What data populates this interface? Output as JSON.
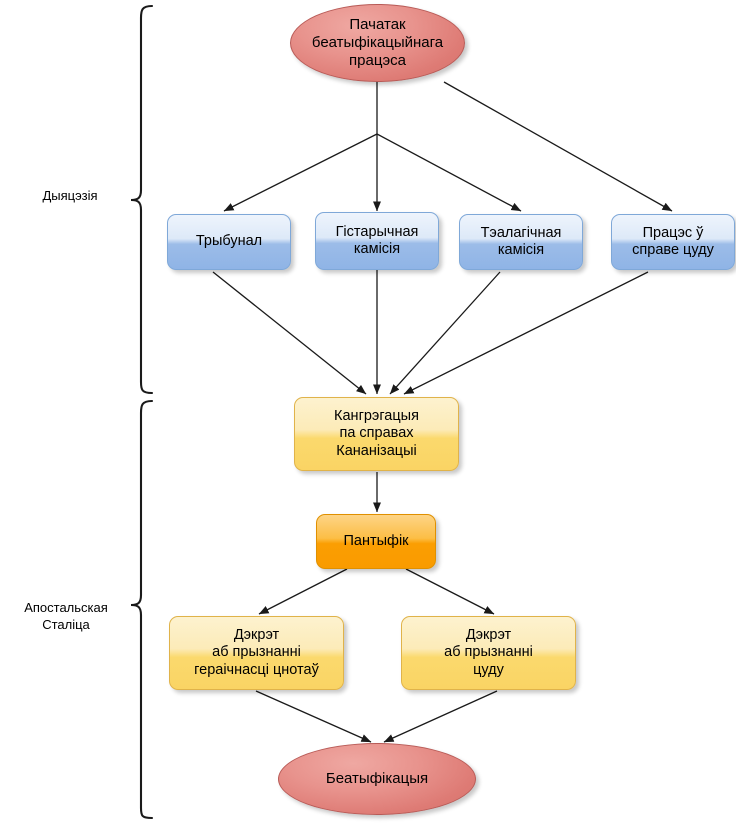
{
  "diagram": {
    "title": "Beatification process flowchart",
    "type": "flowchart",
    "language": "be",
    "colors": {
      "terminator": "#de7b75",
      "stage_blue": "#9cbce8",
      "stage_yellow": "#fbd96d",
      "stage_orange": "#fb9e02",
      "line": "#1a1a1a"
    },
    "groups": [
      {
        "id": "group-diocese",
        "label": "Дыяцэзія"
      },
      {
        "id": "group-holy-see",
        "label": "Апостальская\nСталіца"
      }
    ],
    "nodes": [
      {
        "id": "start",
        "shape": "oval",
        "label": "Пачатак\nбеатыфікацыйнага\nпрацэса"
      },
      {
        "id": "tribunal",
        "shape": "box-blue",
        "label": "Трыбунал"
      },
      {
        "id": "hist-comm",
        "shape": "box-blue",
        "label": "Гістарычная\nкамісія"
      },
      {
        "id": "theo-comm",
        "shape": "box-blue",
        "label": "Тэалагічная\nкамісія"
      },
      {
        "id": "miracle-proc",
        "shape": "box-blue",
        "label": "Працэс ў\nсправе цуду"
      },
      {
        "id": "congregation",
        "shape": "box-yellow",
        "label": "Кангрэгацыя\nпа справах\nКананізацыі"
      },
      {
        "id": "pontiff",
        "shape": "box-orange",
        "label": "Пантыфік"
      },
      {
        "id": "decree-virtue",
        "shape": "box-yellow",
        "label": "Дэкрэт\nаб прызнанні\nгераічнасці цнотаў"
      },
      {
        "id": "decree-miracle",
        "shape": "box-yellow",
        "label": "Дэкрэт\nаб прызнанні\nцуду"
      },
      {
        "id": "beatification",
        "shape": "oval",
        "label": "Беатыфікацыя"
      }
    ],
    "edges": [
      {
        "from": "start",
        "to": "tribunal"
      },
      {
        "from": "start",
        "to": "hist-comm"
      },
      {
        "from": "start",
        "to": "theo-comm"
      },
      {
        "from": "start",
        "to": "miracle-proc"
      },
      {
        "from": "tribunal",
        "to": "congregation"
      },
      {
        "from": "hist-comm",
        "to": "congregation"
      },
      {
        "from": "theo-comm",
        "to": "congregation"
      },
      {
        "from": "miracle-proc",
        "to": "congregation"
      },
      {
        "from": "congregation",
        "to": "pontiff"
      },
      {
        "from": "pontiff",
        "to": "decree-virtue"
      },
      {
        "from": "pontiff",
        "to": "decree-miracle"
      },
      {
        "from": "decree-virtue",
        "to": "beatification"
      },
      {
        "from": "decree-miracle",
        "to": "beatification"
      }
    ]
  }
}
